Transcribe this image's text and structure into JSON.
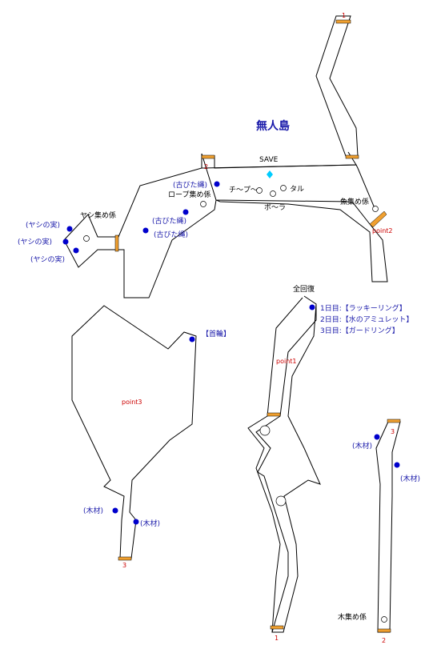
{
  "map": {
    "title": "無人島",
    "colors": {
      "outline": "#000000",
      "item_dot": "#0000cc",
      "save_dot": "#00ccff",
      "door": "#f0a030",
      "blue_text": "#1a1aaa",
      "red_text": "#cc0000"
    },
    "labels": {
      "save": "SAVE",
      "coconut_npc": "ヤシ集め係",
      "rope_npc": "ロープ集め係",
      "fish_npc": "魚集め係",
      "wood_npc": "木集め係",
      "chiipie": "チ～プ～",
      "taru": "タル",
      "pora": "ポ～ラ",
      "full_recover": "全回復"
    },
    "items": {
      "coconut": "(ヤシの実)",
      "old_rope": "(古びた縄)",
      "lumber": "(木材)",
      "necklace": "【首輪】"
    },
    "rewards": [
      "1日目:【ラッキーリング】",
      "2日目:【水のアミュレット】",
      "3日目:【ガードリング】"
    ],
    "points": {
      "p1": "point1",
      "p2": "point2",
      "p3": "point3"
    },
    "doors": {
      "d1": "1",
      "d2": "2",
      "d3": "3"
    }
  }
}
